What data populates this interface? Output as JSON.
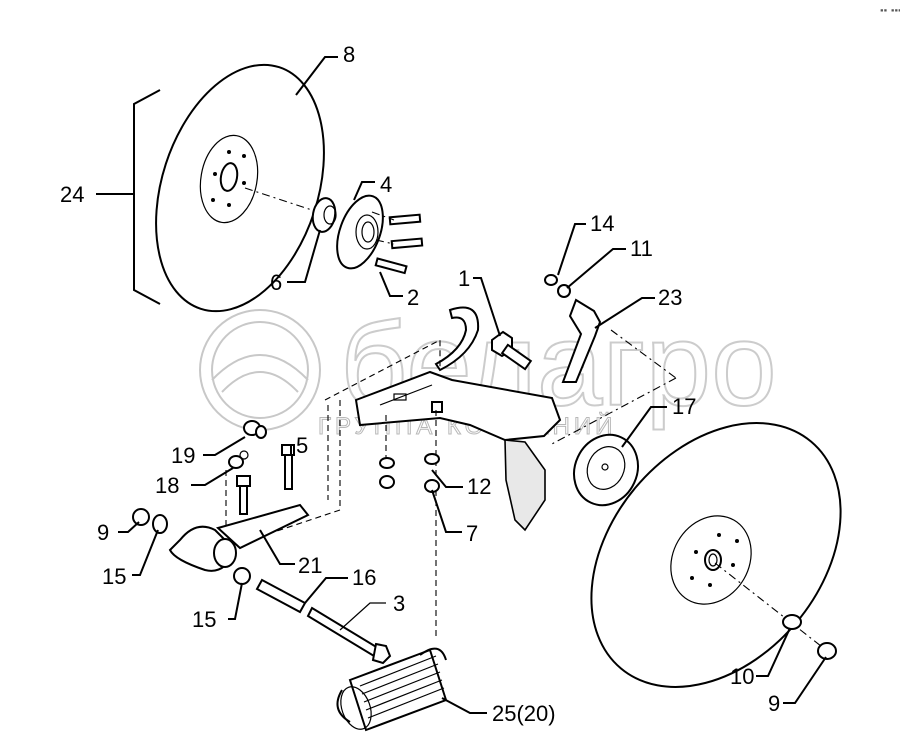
{
  "diagram": {
    "title": "Disc coulter assembly — exploded parts view",
    "watermark": {
      "brand": "белагро",
      "subtitle": "ГРУППА КОМПАНИЙ"
    },
    "corner_mark": "▪▪ ▪▪▪",
    "callouts": [
      {
        "id": "c24",
        "label": "24",
        "part": "disc assembly (bracketed group)"
      },
      {
        "id": "c8",
        "label": "8",
        "part": "disc (left)"
      },
      {
        "id": "c4",
        "label": "4",
        "part": "hub flange"
      },
      {
        "id": "c6",
        "label": "6",
        "part": "bearing"
      },
      {
        "id": "c2",
        "label": "2",
        "part": "hub bolts"
      },
      {
        "id": "c14",
        "label": "14",
        "part": "washer"
      },
      {
        "id": "c11",
        "label": "11",
        "part": "nut"
      },
      {
        "id": "c1",
        "label": "1",
        "part": "bolt"
      },
      {
        "id": "c23",
        "label": "23",
        "part": "scraper"
      },
      {
        "id": "c17",
        "label": "17",
        "part": "depth wheel / hub cap"
      },
      {
        "id": "c19",
        "label": "19",
        "part": "grease fitting cap"
      },
      {
        "id": "c18",
        "label": "18",
        "part": "grease nipple"
      },
      {
        "id": "c5",
        "label": "5",
        "part": "bolt"
      },
      {
        "id": "c12",
        "label": "12",
        "part": "washer"
      },
      {
        "id": "c7",
        "label": "7",
        "part": "nut"
      },
      {
        "id": "c9a",
        "label": "9",
        "part": "nut (arm)"
      },
      {
        "id": "c15a",
        "label": "15",
        "part": "bushing (left)"
      },
      {
        "id": "c21",
        "label": "21",
        "part": "arm"
      },
      {
        "id": "c16",
        "label": "16",
        "part": "sleeve"
      },
      {
        "id": "c15b",
        "label": "15",
        "part": "bushing (lower)"
      },
      {
        "id": "c3",
        "label": "3",
        "part": "long bolt"
      },
      {
        "id": "c25",
        "label": "25(20)",
        "part": "tension spring"
      },
      {
        "id": "c10",
        "label": "10",
        "part": "washer (right disc)"
      },
      {
        "id": "c9b",
        "label": "9",
        "part": "nut (right disc)"
      }
    ]
  }
}
